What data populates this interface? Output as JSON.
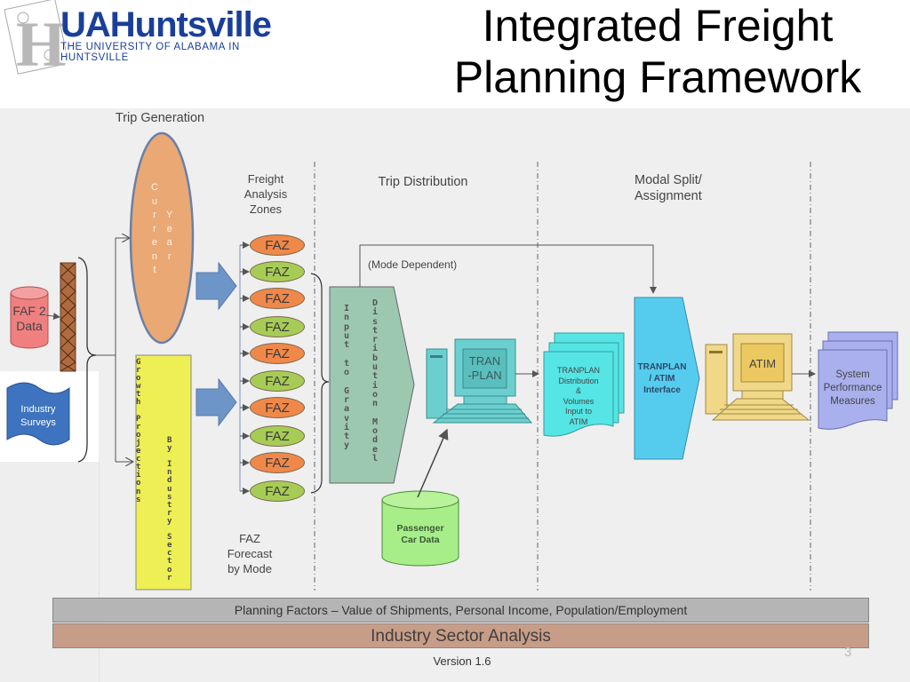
{
  "logo": {
    "name": "UAHuntsville",
    "subtitle": "THE UNIVERSITY OF ALABAMA IN HUNTSVILLE"
  },
  "title": {
    "line1": "Integrated Freight",
    "line2": "Planning Framework"
  },
  "stages": {
    "trip_generation": "Trip Generation",
    "faz_header_1": "Freight",
    "faz_header_2": "Analysis",
    "faz_header_3": "Zones",
    "trip_distribution": "Trip Distribution",
    "modal_split_1": "Modal Split/",
    "modal_split_2": "Assignment"
  },
  "inputs": {
    "faf_line1": "FAF 2",
    "faf_line2": "Data",
    "surveys_line1": "Industry",
    "surveys_line2": "Surveys"
  },
  "current_year": {
    "col1": "C\nu\nr\nr\ne\nn\nt",
    "col2": "Y\ne\na\nr"
  },
  "growth": {
    "col1": "G\nr\no\nw\nt\nh\n \nP\nr\no\nj\ne\nc\nt\ni\no\nn\ns",
    "col2": "B\ny\n \nI\nn\nd\nu\ns\nt\nr\ny\n \nS\ne\nc\nt\no\nr"
  },
  "faz_items": [
    {
      "label": "FAZ",
      "color": "orange"
    },
    {
      "label": "FAZ",
      "color": "green"
    },
    {
      "label": "FAZ",
      "color": "orange"
    },
    {
      "label": "FAZ",
      "color": "green"
    },
    {
      "label": "FAZ",
      "color": "orange"
    },
    {
      "label": "FAZ",
      "color": "green"
    },
    {
      "label": "FAZ",
      "color": "orange"
    },
    {
      "label": "FAZ",
      "color": "green"
    },
    {
      "label": "FAZ",
      "color": "orange"
    },
    {
      "label": "FAZ",
      "color": "green"
    }
  ],
  "faz_forecast": {
    "line1": "FAZ",
    "line2": "Forecast",
    "line3": "by Mode"
  },
  "gravity": {
    "col1": "I\nn\np\nu\nt\n \nt\no\n \nG\nr\na\nv\ni\nt\ny",
    "col2": "D\ni\ns\nt\nr\ni\nb\nu\nt\ni\no\nn\n \nM\no\nd\ne\nl"
  },
  "mode_dependent": "(Mode Dependent)",
  "tranplan_computer": {
    "line1": "TRAN",
    "line2": "-PLAN"
  },
  "tranplan_docs": [
    "TRANPLAN",
    "Distribution",
    "&",
    "Volumes",
    "Input to",
    "ATIM"
  ],
  "passenger": {
    "line1": "Passenger",
    "line2": "Car Data"
  },
  "interface": {
    "line1": "TRANPLAN",
    "line2": "/ ATIM",
    "line3": "Interface"
  },
  "atim": "ATIM",
  "system_perf": [
    "System",
    "Performance",
    "Measures"
  ],
  "footer": {
    "planning_factors": "Planning Factors – Value of Shipments, Personal Income, Population/Employment",
    "industry_sector": "Industry Sector Analysis",
    "version": "Version 1.6",
    "page_number": "3"
  },
  "colors": {
    "brand_blue": "#1a3f9a",
    "faz_orange": "#f0884a",
    "faz_green": "#a7cc55",
    "current_year": "#eaa874",
    "growth_yellow": "#eeee55",
    "gravity_teal": "#9cc8b0",
    "computer_teal": "#6ccfcf",
    "docs_cyan": "#55e5e5",
    "interface_blue": "#55ccee",
    "atim_tan": "#f0d888",
    "perf_lavender": "#aab0ee",
    "passenger_green": "#a8ee88",
    "planning_bar": "#b5b5b5",
    "sector_bar": "#c89d88"
  }
}
